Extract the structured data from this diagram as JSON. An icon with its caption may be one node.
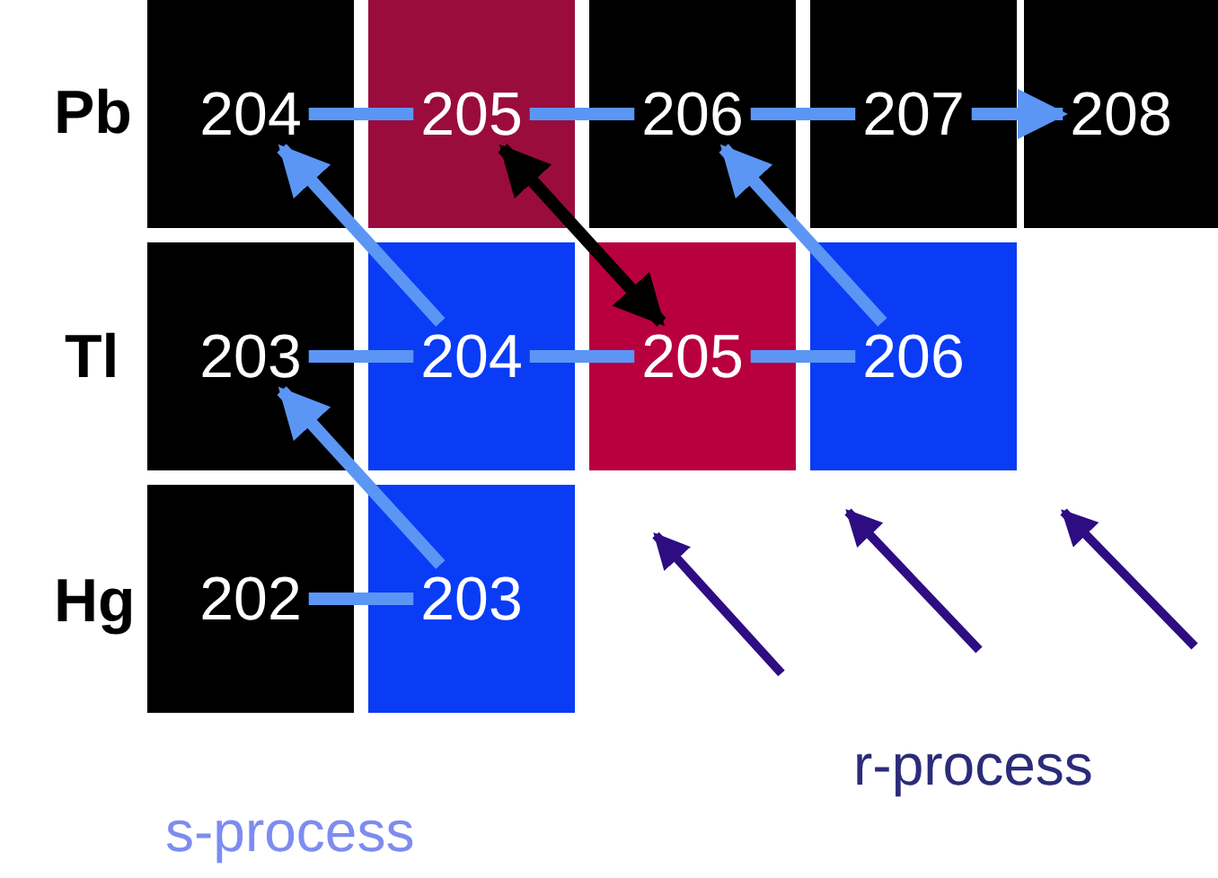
{
  "diagram": {
    "nodes": [
      {
        "text": [
          "204"
        ]
      },
      {
        "text": [
          "205"
        ]
      },
      {
        "text": [
          "206"
        ]
      },
      {
        "text": [
          "207"
        ]
      },
      {
        "text": [
          "208"
        ]
      },
      {
        "text": [
          "203"
        ]
      },
      {
        "text": [
          "204"
        ]
      },
      {
        "text": [
          "205"
        ]
      },
      {
        "text": [
          "206"
        ]
      },
      {
        "text": [
          "202"
        ]
      },
      {
        "text": [
          "203"
        ]
      }
    ],
    "edges": [
      {
        "from": 0,
        "to": 1,
        "arrow": "none"
      },
      {
        "from": 1,
        "to": 2,
        "arrow": "none"
      },
      {
        "from": 2,
        "to": 3,
        "arrow": "none"
      },
      {
        "from": 3,
        "to": 4,
        "arrow": "to"
      },
      {
        "from": 5,
        "to": 6,
        "arrow": "none"
      },
      {
        "from": 6,
        "to": 7,
        "arrow": "none"
      },
      {
        "from": 7,
        "to": 8,
        "arrow": "none"
      },
      {
        "from": 9,
        "to": 10,
        "arrow": "none"
      },
      {
        "from": 10,
        "to": 5,
        "arrow": "to"
      },
      {
        "from": 6,
        "to": 0,
        "arrow": "to"
      },
      {
        "from": 8,
        "to": 2,
        "arrow": "to"
      },
      {
        "from": 1,
        "to": 7,
        "arrow": "both",
        "color": "#000000"
      }
    ],
    "labels": [
      "Pb",
      "Tl",
      "Hg",
      "r-process",
      "s-process"
    ]
  }
}
